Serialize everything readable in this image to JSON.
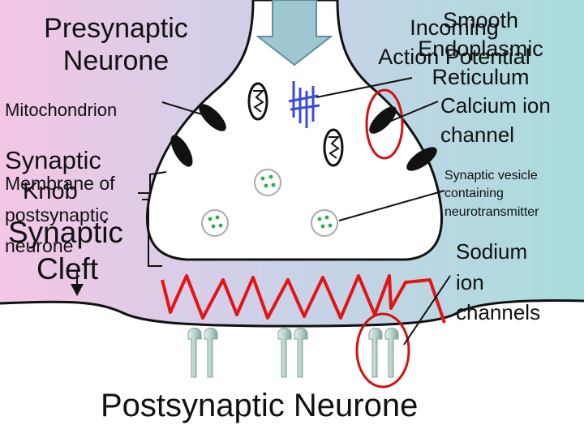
{
  "colors": {
    "background_left": "#f4c6e6",
    "background_right": "#a9dcdc",
    "neurone_fill": "#ffffff",
    "arrow": "#9fc7d2",
    "depolarisation": "#e31414",
    "highlight_circle": "#d21111",
    "receptor": "#b9d2cc",
    "vesicle": "#2cae4a"
  },
  "labels": {
    "presynaptic_1": "Presynaptic",
    "presynaptic_2": "Neurone",
    "mitochondrion": "Mitochondrion",
    "synaptic": "Synaptic",
    "knob": "Knob",
    "membrane_1": "Membrane of",
    "membrane_2": "postsynaptic",
    "membrane_3": "neurone",
    "synaptic_big": "Synaptic",
    "cleft": "Cleft",
    "incoming": "Incoming",
    "action_potential": "Action Potential",
    "smooth": "Smooth",
    "endoplasmic": "Endoplasmic",
    "reticulum": "Reticulum",
    "calcium_1": "Calcium ion",
    "calcium_2": "channel",
    "vesicle_1": "Synaptic vesicle",
    "vesicle_2": "containing",
    "vesicle_3": "neurotransmitter",
    "sodium_1": "Sodium",
    "sodium_2": "ion",
    "sodium_3": "channels",
    "postsynaptic": "Postsynaptic Neurone"
  },
  "icons": [
    "incoming-arrow-icon",
    "mitochondrion-icon",
    "calcium-channel-icon",
    "smooth-er-icon",
    "vesicle-icon",
    "sodium-channel-receptor-icon"
  ]
}
